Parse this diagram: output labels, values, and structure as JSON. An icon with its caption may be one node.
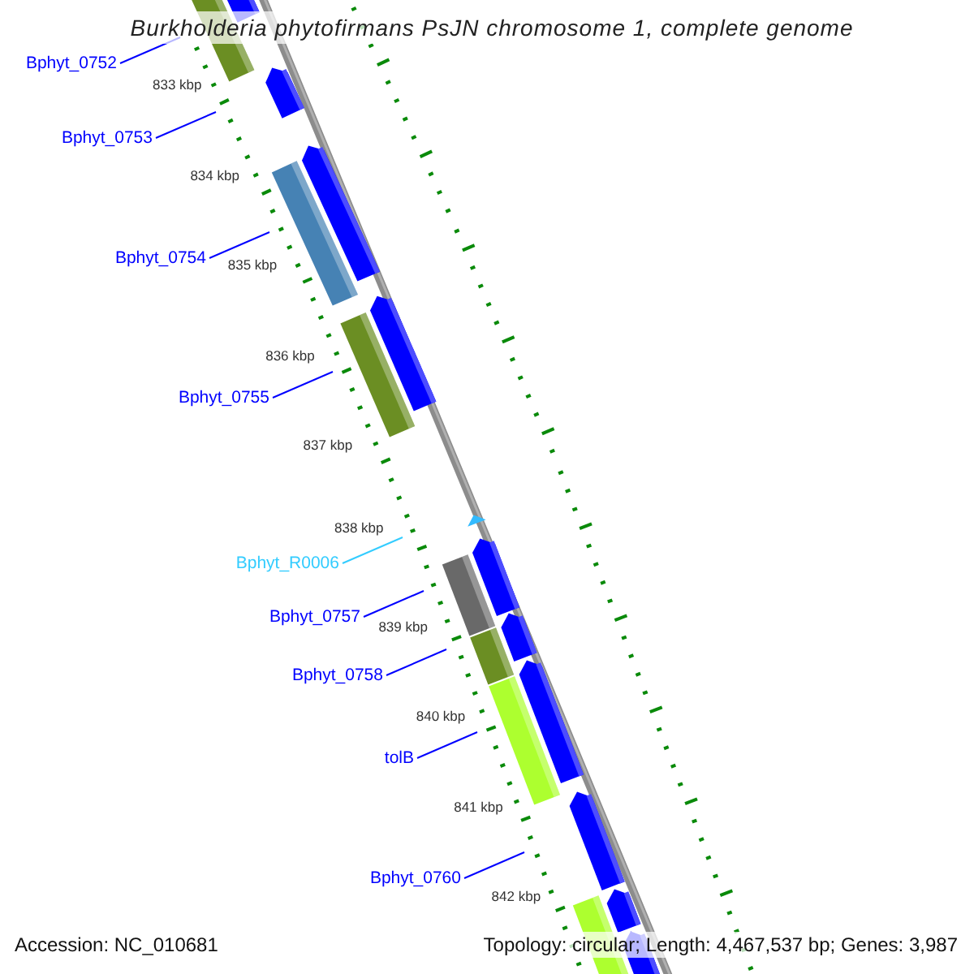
{
  "diagram": {
    "title": "Burkholderia phytofirmans PsJN chromosome 1, complete genome",
    "nodes": [
      {
        "text": [
          "Bphyt_0752"
        ]
      },
      {
        "text": [
          "Bphyt_0753"
        ]
      },
      {
        "text": [
          "Bphyt_0754"
        ]
      },
      {
        "text": [
          "Bphyt_0755"
        ]
      },
      {
        "text": [
          "Bphyt_R0006"
        ]
      },
      {
        "text": [
          "Bphyt_0757"
        ]
      },
      {
        "text": [
          "Bphyt_0758"
        ]
      },
      {
        "text": [
          "tolB"
        ]
      },
      {
        "text": [
          "Bphyt_0760"
        ]
      }
    ],
    "edges": [
      {
        "from": 0,
        "to": null,
        "arrow": "none"
      },
      {
        "from": 1,
        "to": null,
        "arrow": "none"
      },
      {
        "from": 2,
        "to": null,
        "arrow": "none"
      },
      {
        "from": 3,
        "to": null,
        "arrow": "none"
      },
      {
        "from": 4,
        "to": null,
        "arrow": "none",
        "color": "#33ccff"
      },
      {
        "from": 5,
        "to": null,
        "arrow": "none"
      },
      {
        "from": 6,
        "to": null,
        "arrow": "none"
      },
      {
        "from": 7,
        "to": null,
        "arrow": "none"
      },
      {
        "from": 8,
        "to": null,
        "arrow": "none"
      }
    ],
    "labels": [
      "833 kbp",
      "834 kbp",
      "835 kbp",
      "836 kbp",
      "837 kbp",
      "838 kbp",
      "839 kbp",
      "840 kbp",
      "841 kbp",
      "842 kbp",
      "Accession: NC_010681",
      "Topology: circular; Length: 4,467,537 bp; Genes: 3,987"
    ]
  }
}
